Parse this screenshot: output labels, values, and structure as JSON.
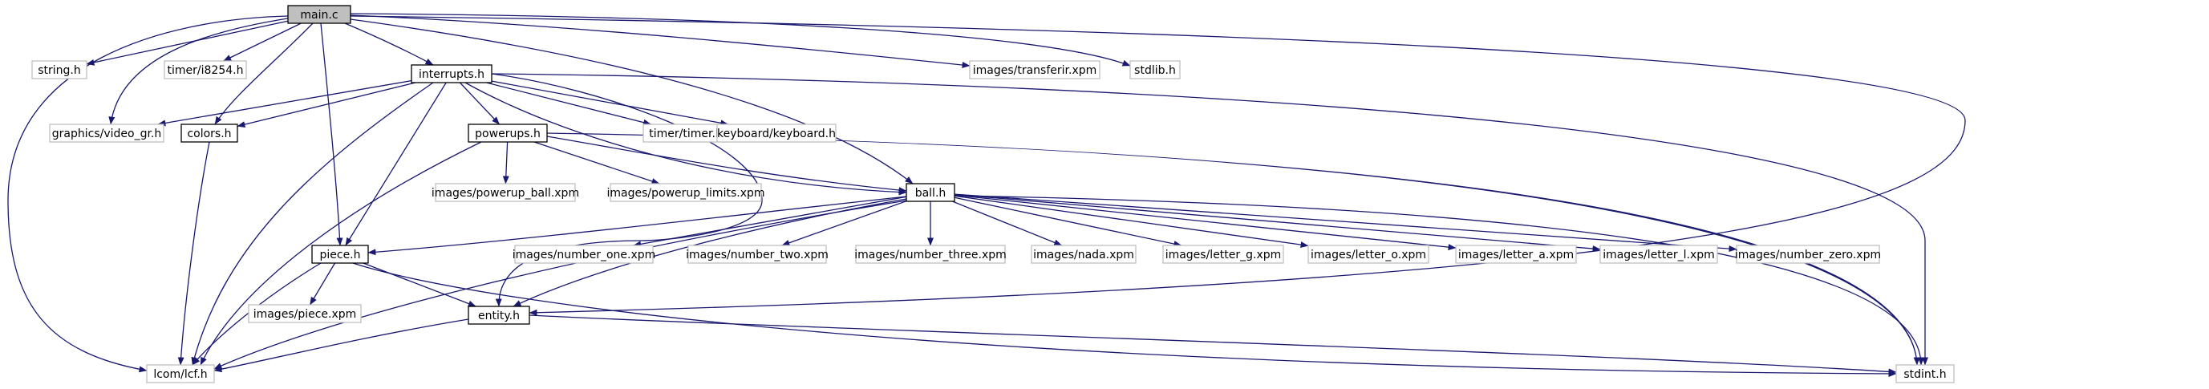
{
  "colors": {
    "edge": "#191970",
    "root_fill": "#bfbfbf",
    "documented_border": "#000000",
    "undocumented_border": "#bfbfbf",
    "text": "#000000"
  },
  "nodes": [
    {
      "id": "main_c",
      "label": "main.c",
      "kind": "root"
    },
    {
      "id": "string_h",
      "label": "string.h",
      "kind": "undocumented"
    },
    {
      "id": "timer_i8254_h",
      "label": "timer/i8254.h",
      "kind": "undocumented"
    },
    {
      "id": "interrupts_h",
      "label": "interrupts.h",
      "kind": "documented"
    },
    {
      "id": "images_transferir_xpm",
      "label": "images/transferir.xpm",
      "kind": "undocumented"
    },
    {
      "id": "stdlib_h",
      "label": "stdlib.h",
      "kind": "undocumented"
    },
    {
      "id": "graphics_video_gr_h",
      "label": "graphics/video_gr.h",
      "kind": "undocumented"
    },
    {
      "id": "colors_h",
      "label": "colors.h",
      "kind": "documented"
    },
    {
      "id": "powerups_h",
      "label": "powerups.h",
      "kind": "documented"
    },
    {
      "id": "timer_timer_h",
      "label": "timer/timer.h",
      "kind": "undocumented"
    },
    {
      "id": "keyboard_keyboard_h",
      "label": "keyboard/keyboard.h",
      "kind": "undocumented"
    },
    {
      "id": "images_powerup_ball_xpm",
      "label": "images/powerup_ball.xpm",
      "kind": "undocumented"
    },
    {
      "id": "images_powerup_limits_xpm",
      "label": "images/powerup_limits.xpm",
      "kind": "undocumented"
    },
    {
      "id": "ball_h",
      "label": "ball.h",
      "kind": "documented"
    },
    {
      "id": "piece_h",
      "label": "piece.h",
      "kind": "documented"
    },
    {
      "id": "images_number_one_xpm",
      "label": "images/number_one.xpm",
      "kind": "undocumented"
    },
    {
      "id": "images_number_two_xpm",
      "label": "images/number_two.xpm",
      "kind": "undocumented"
    },
    {
      "id": "images_number_three_xpm",
      "label": "images/number_three.xpm",
      "kind": "undocumented"
    },
    {
      "id": "images_nada_xpm",
      "label": "images/nada.xpm",
      "kind": "undocumented"
    },
    {
      "id": "images_letter_g_xpm",
      "label": "images/letter_g.xpm",
      "kind": "undocumented"
    },
    {
      "id": "images_letter_o_xpm",
      "label": "images/letter_o.xpm",
      "kind": "undocumented"
    },
    {
      "id": "images_letter_a_xpm",
      "label": "images/letter_a.xpm",
      "kind": "undocumented"
    },
    {
      "id": "images_letter_l_xpm",
      "label": "images/letter_l.xpm",
      "kind": "undocumented"
    },
    {
      "id": "images_number_zero_xpm",
      "label": "images/number_zero.xpm",
      "kind": "undocumented"
    },
    {
      "id": "images_piece_xpm",
      "label": "images/piece.xpm",
      "kind": "undocumented"
    },
    {
      "id": "entity_h",
      "label": "entity.h",
      "kind": "documented"
    },
    {
      "id": "lcom_lcf_h",
      "label": "lcom/lcf.h",
      "kind": "undocumented"
    },
    {
      "id": "stdint_h",
      "label": "stdint.h",
      "kind": "undocumented"
    }
  ],
  "edges": [
    {
      "from": "main_c",
      "to": "string_h"
    },
    {
      "from": "main_c",
      "to": "timer_i8254_h"
    },
    {
      "from": "main_c",
      "to": "interrupts_h"
    },
    {
      "from": "main_c",
      "to": "images_transferir_xpm"
    },
    {
      "from": "main_c",
      "to": "stdlib_h"
    },
    {
      "from": "main_c",
      "to": "graphics_video_gr_h"
    },
    {
      "from": "main_c",
      "to": "colors_h"
    },
    {
      "from": "main_c",
      "to": "ball_h"
    },
    {
      "from": "main_c",
      "to": "piece_h"
    },
    {
      "from": "main_c",
      "to": "entity_h"
    },
    {
      "from": "main_c",
      "to": "lcom_lcf_h"
    },
    {
      "from": "interrupts_h",
      "to": "graphics_video_gr_h"
    },
    {
      "from": "interrupts_h",
      "to": "colors_h"
    },
    {
      "from": "interrupts_h",
      "to": "powerups_h"
    },
    {
      "from": "interrupts_h",
      "to": "timer_timer_h"
    },
    {
      "from": "interrupts_h",
      "to": "keyboard_keyboard_h"
    },
    {
      "from": "interrupts_h",
      "to": "ball_h"
    },
    {
      "from": "interrupts_h",
      "to": "piece_h"
    },
    {
      "from": "interrupts_h",
      "to": "lcom_lcf_h"
    },
    {
      "from": "interrupts_h",
      "to": "stdint_h"
    },
    {
      "from": "interrupts_h",
      "to": "entity_h"
    },
    {
      "from": "colors_h",
      "to": "lcom_lcf_h"
    },
    {
      "from": "powerups_h",
      "to": "images_powerup_ball_xpm"
    },
    {
      "from": "powerups_h",
      "to": "images_powerup_limits_xpm"
    },
    {
      "from": "powerups_h",
      "to": "ball_h"
    },
    {
      "from": "powerups_h",
      "to": "lcom_lcf_h"
    },
    {
      "from": "powerups_h",
      "to": "stdint_h"
    },
    {
      "from": "ball_h",
      "to": "piece_h"
    },
    {
      "from": "ball_h",
      "to": "images_number_one_xpm"
    },
    {
      "from": "ball_h",
      "to": "images_number_two_xpm"
    },
    {
      "from": "ball_h",
      "to": "images_number_three_xpm"
    },
    {
      "from": "ball_h",
      "to": "images_nada_xpm"
    },
    {
      "from": "ball_h",
      "to": "images_letter_g_xpm"
    },
    {
      "from": "ball_h",
      "to": "images_letter_o_xpm"
    },
    {
      "from": "ball_h",
      "to": "images_letter_a_xpm"
    },
    {
      "from": "ball_h",
      "to": "images_letter_l_xpm"
    },
    {
      "from": "ball_h",
      "to": "images_number_zero_xpm"
    },
    {
      "from": "ball_h",
      "to": "entity_h"
    },
    {
      "from": "ball_h",
      "to": "lcom_lcf_h"
    },
    {
      "from": "ball_h",
      "to": "stdint_h"
    },
    {
      "from": "piece_h",
      "to": "images_piece_xpm"
    },
    {
      "from": "piece_h",
      "to": "entity_h"
    },
    {
      "from": "piece_h",
      "to": "lcom_lcf_h"
    },
    {
      "from": "piece_h",
      "to": "stdint_h"
    },
    {
      "from": "entity_h",
      "to": "lcom_lcf_h"
    },
    {
      "from": "entity_h",
      "to": "stdint_h"
    }
  ]
}
